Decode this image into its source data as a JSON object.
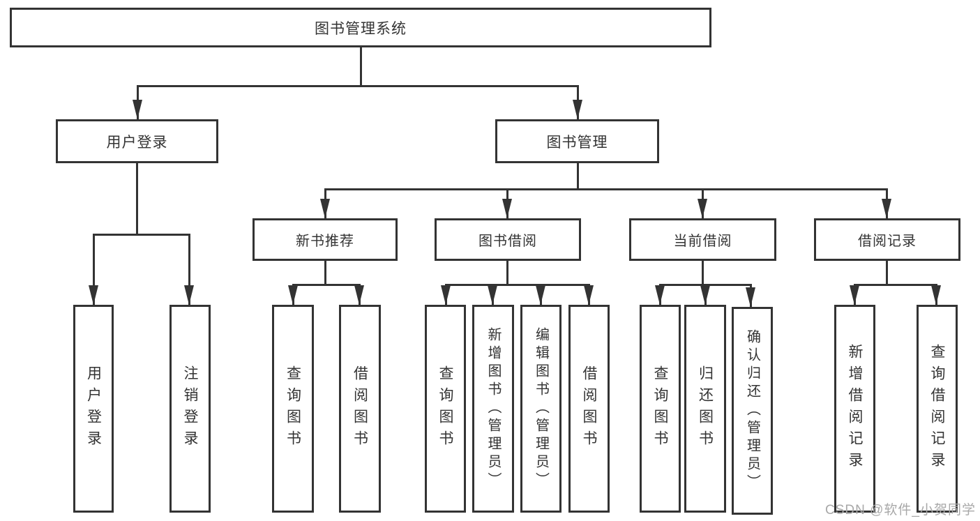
{
  "diagram": {
    "title": "图书管理系统",
    "root": {
      "label": "图书管理系统"
    },
    "level2": [
      {
        "label": "用户登录"
      },
      {
        "label": "图书管理"
      }
    ],
    "level3": [
      {
        "label": "新书推荐"
      },
      {
        "label": "图书借阅"
      },
      {
        "label": "当前借阅"
      },
      {
        "label": "借阅记录"
      }
    ],
    "leaves": {
      "user_login": [
        {
          "label": "用户登录"
        },
        {
          "label": "注销登录"
        }
      ],
      "new_book": [
        {
          "label": "查询图书"
        },
        {
          "label": "借阅图书"
        }
      ],
      "book_borrow": [
        {
          "label": "查询图书"
        },
        {
          "label": "新增图书（管理员）"
        },
        {
          "label": "编辑图书（管理员）"
        },
        {
          "label": "借阅图书"
        }
      ],
      "current_borrow": [
        {
          "label": "查询图书"
        },
        {
          "label": "归还图书"
        },
        {
          "label": "确认归还（管理员）"
        }
      ],
      "borrow_records": [
        {
          "label": "新增借阅记录"
        },
        {
          "label": "查询借阅记录"
        }
      ]
    },
    "watermark": "CSDN @软件_小贺同学",
    "colors": {
      "line": "#333333",
      "text": "#333333",
      "watermark": "#a8a8a8",
      "background": "#ffffff"
    }
  }
}
